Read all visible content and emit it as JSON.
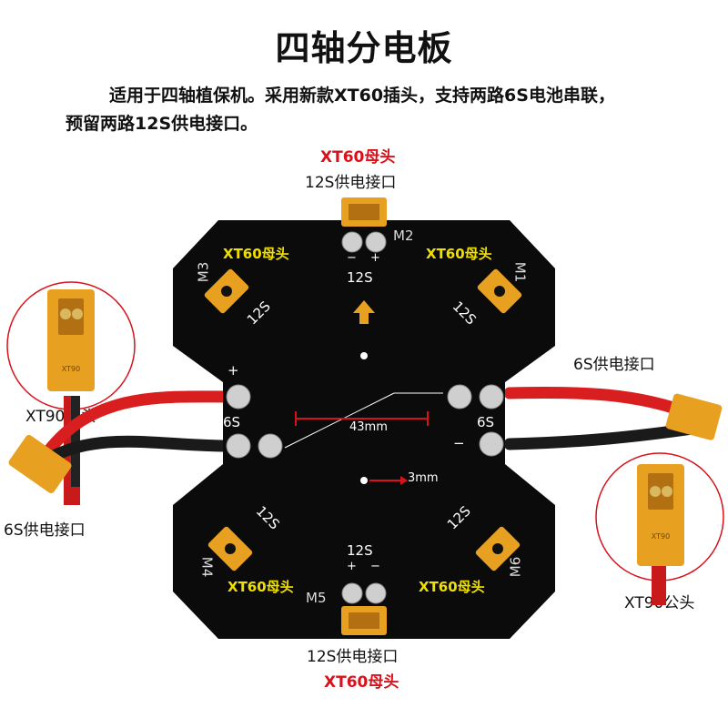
{
  "title": "四轴分电板",
  "intro": {
    "line1": "适用于四轴植保机。采用新款XT60插头，支持两路6S电池串联，",
    "line2": "预留两路12S供电接口。"
  },
  "callouts": {
    "top_connector": "XT60母头",
    "top_port": "12S供电接口",
    "bottom_port": "12S供电接口",
    "bottom_connector": "XT60母头",
    "left_plug": "XT90公头",
    "left_port": "6S供电接口",
    "right_port": "6S供电接口",
    "right_plug": "XT90公头"
  },
  "board": {
    "motor_labels": [
      "M1",
      "M2",
      "M3",
      "M4",
      "M5",
      "M6"
    ],
    "connector_label": "XT60母头",
    "voltage_12s": "12S",
    "voltage_6s": "6S",
    "plus": "+",
    "minus": "−",
    "spacing": "43mm",
    "hole_size": "3mm",
    "small_plug_label": "XT90"
  },
  "colors": {
    "board": "#0b0b0b",
    "connector": "#e8a020",
    "wire_red": "#d81e1e",
    "wire_black": "#1a1a1a",
    "highlight_text": "#f0e000",
    "accent_red": "#d8111a",
    "callout_circle": "#d8111a"
  }
}
